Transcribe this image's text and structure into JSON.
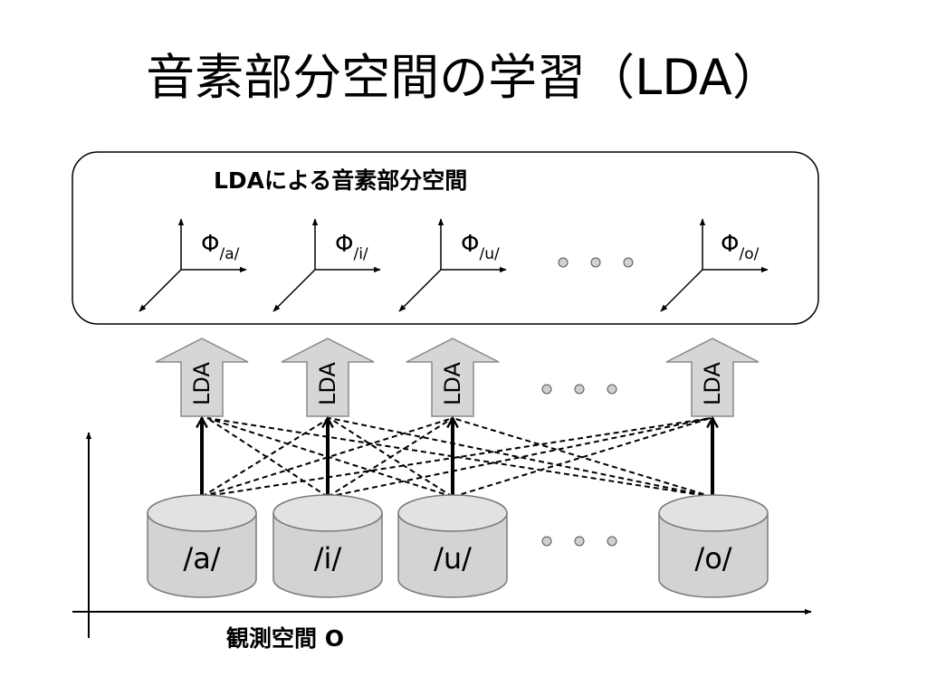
{
  "title": "音素部分空間の学習（LDA）",
  "subspace_box": {
    "title": "LDAによる音素部分空間"
  },
  "subspaces": [
    {
      "symbol": "Φ",
      "subscript": "/a/"
    },
    {
      "symbol": "Φ",
      "subscript": "/i/"
    },
    {
      "symbol": "Φ",
      "subscript": "/u/"
    },
    {
      "symbol": "Φ",
      "subscript": "/o/"
    }
  ],
  "lda_arrows": [
    "LDA",
    "LDA",
    "LDA",
    "LDA"
  ],
  "phoneme_datasets": [
    "/a/",
    "/i/",
    "/u/",
    "/o/"
  ],
  "observation_space_label": "観測空間 O"
}
